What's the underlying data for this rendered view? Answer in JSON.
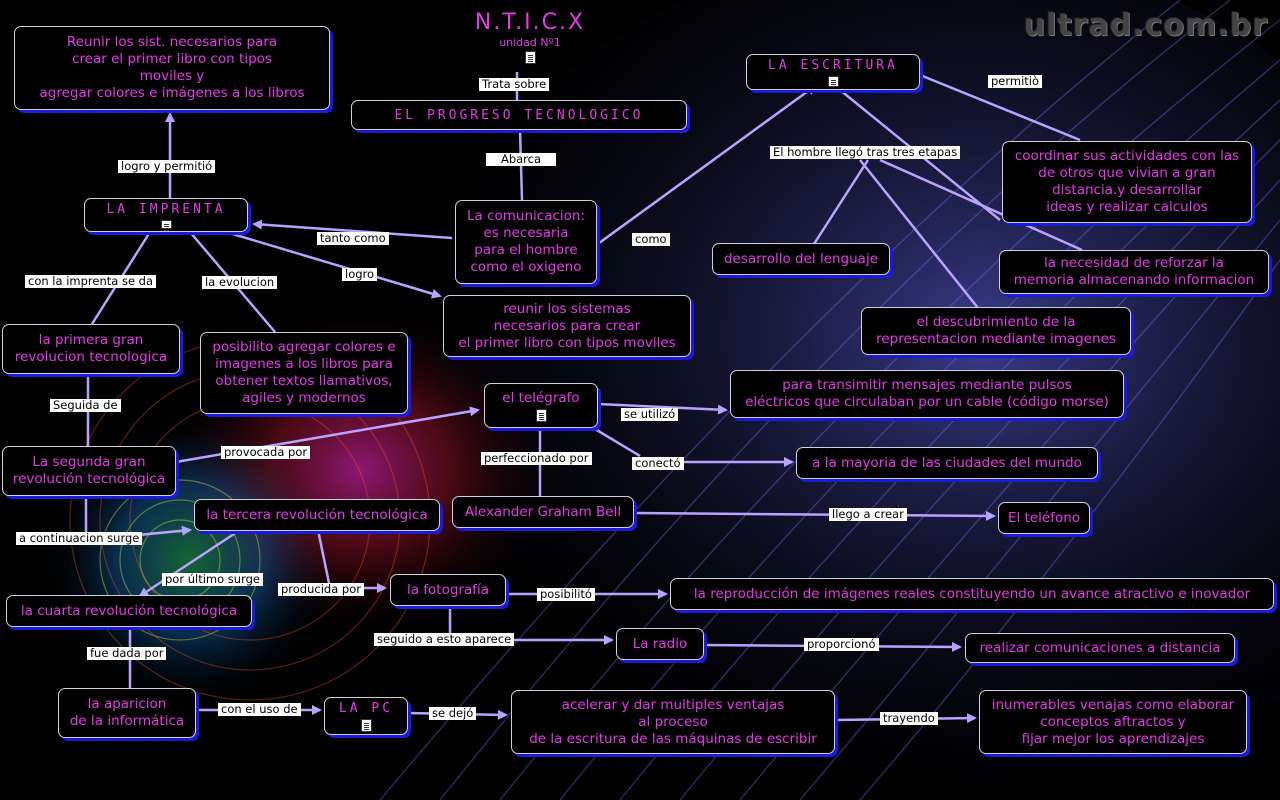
{
  "header": {
    "title": "N.T.I.C.X",
    "subtitle": "unidad Nº1"
  },
  "watermark": "ultrad.com.br",
  "nodes": {
    "progreso": {
      "text": "EL PROGRESO TECNOLOGICO"
    },
    "comunicacion": {
      "text": "La comunicacion:\nes necesaria\npara el hombre\ncomo el oxigeno"
    },
    "imprenta": {
      "text": "LA IMPRENTA"
    },
    "reunir_top": {
      "text": "Reunir los sist. necesarios para\ncrear el primer libro con tipos\nmoviles y\nagregar colores e imágenes a los libros"
    },
    "escritura": {
      "text": "LA ESCRITURA"
    },
    "coordinar": {
      "text": "coordinar sus actividades con las\nde otros que vivian a gran\ndistancia.y desarrollar\nideas y realizar calculos"
    },
    "lenguaje": {
      "text": "desarrollo del lenguaje"
    },
    "memoria": {
      "text": "la necesidad de reforzar la\nmemoria almacenando informacion"
    },
    "representacion": {
      "text": "el descubrimiento de la\nrepresentacion mediante imagenes"
    },
    "reunir_mid": {
      "text": "reunir los sistemas\nnecesarios para crear\nel primer libro con tipos moviles"
    },
    "primera": {
      "text": "la primera gran\nrevolucion tecnologica"
    },
    "posibilito": {
      "text": "posibilito agregar colores e\nimagenes a los libros para\nobtener textos llamativos,\nagiles y modernos"
    },
    "telegrafo": {
      "text": "el telégrafo"
    },
    "pulsos": {
      "text": "para transimitir mensajes mediante pulsos\neléctricos que circulaban por un cable (código morse)"
    },
    "ciudades": {
      "text": "a la mayoria de las ciudades del mundo"
    },
    "segunda": {
      "text": "La segunda gran\nrevolución tecnológica"
    },
    "bell": {
      "text": "Alexander Graham Bell"
    },
    "telefono": {
      "text": "El teléfono"
    },
    "tercera": {
      "text": "la tercera revolución tecnológica"
    },
    "fotografia": {
      "text": "la fotografía"
    },
    "reproduccion": {
      "text": "la reproducción de imágenes reales constituyendo un avance atractivo e inovador"
    },
    "cuarta": {
      "text": "la cuarta revolución tecnológica"
    },
    "radio": {
      "text": "La radio"
    },
    "distancia": {
      "text": "realizar comunicaciones a distancia"
    },
    "informatica": {
      "text": "la aparicion\nde la informática"
    },
    "pc": {
      "text": "LA PC"
    },
    "acelerar": {
      "text": "acelerar y dar multiples ventajas\nal proceso\nde la escritura de las máquinas de escribir"
    },
    "inumerables": {
      "text": "inumerables venajas como elaborar\nconceptos aftractos y\nfijar mejor los aprendizajes"
    }
  },
  "labels": {
    "trata": "Trata sobre",
    "abarca": "Abarca",
    "logro_permitio": "logro y permitió",
    "tanto_como": "tanto como",
    "logro": "logro",
    "como": "como",
    "permitio": "permitiò",
    "etapas": "El hombre llegó tras tres etapas",
    "con_imprenta": "con la imprenta se da",
    "evolucion": "la evolucion",
    "seguida": "Seguida de",
    "provocada": "provocada por",
    "se_utilizo": "se utilizó",
    "perfeccionado": "perfeccionado por",
    "conecto": "conectó",
    "llego_crear": "llego a crear",
    "continuacion": "a continuacion surge",
    "ultimo": "por último surge",
    "producida": "producida por",
    "posibilito": "posibilitó",
    "seguido": "seguido a esto aparece",
    "proporciono": "proporcionó",
    "fue_dada": "fue dada por",
    "con_uso": "con el uso de",
    "se_dejo": "se dejó",
    "trayendo": "trayendo"
  },
  "colors": {
    "node_text": "#e43be6",
    "connector": "#b9a3ff",
    "shadow": "#1a1ad8",
    "label_bg": "#ffffff"
  }
}
